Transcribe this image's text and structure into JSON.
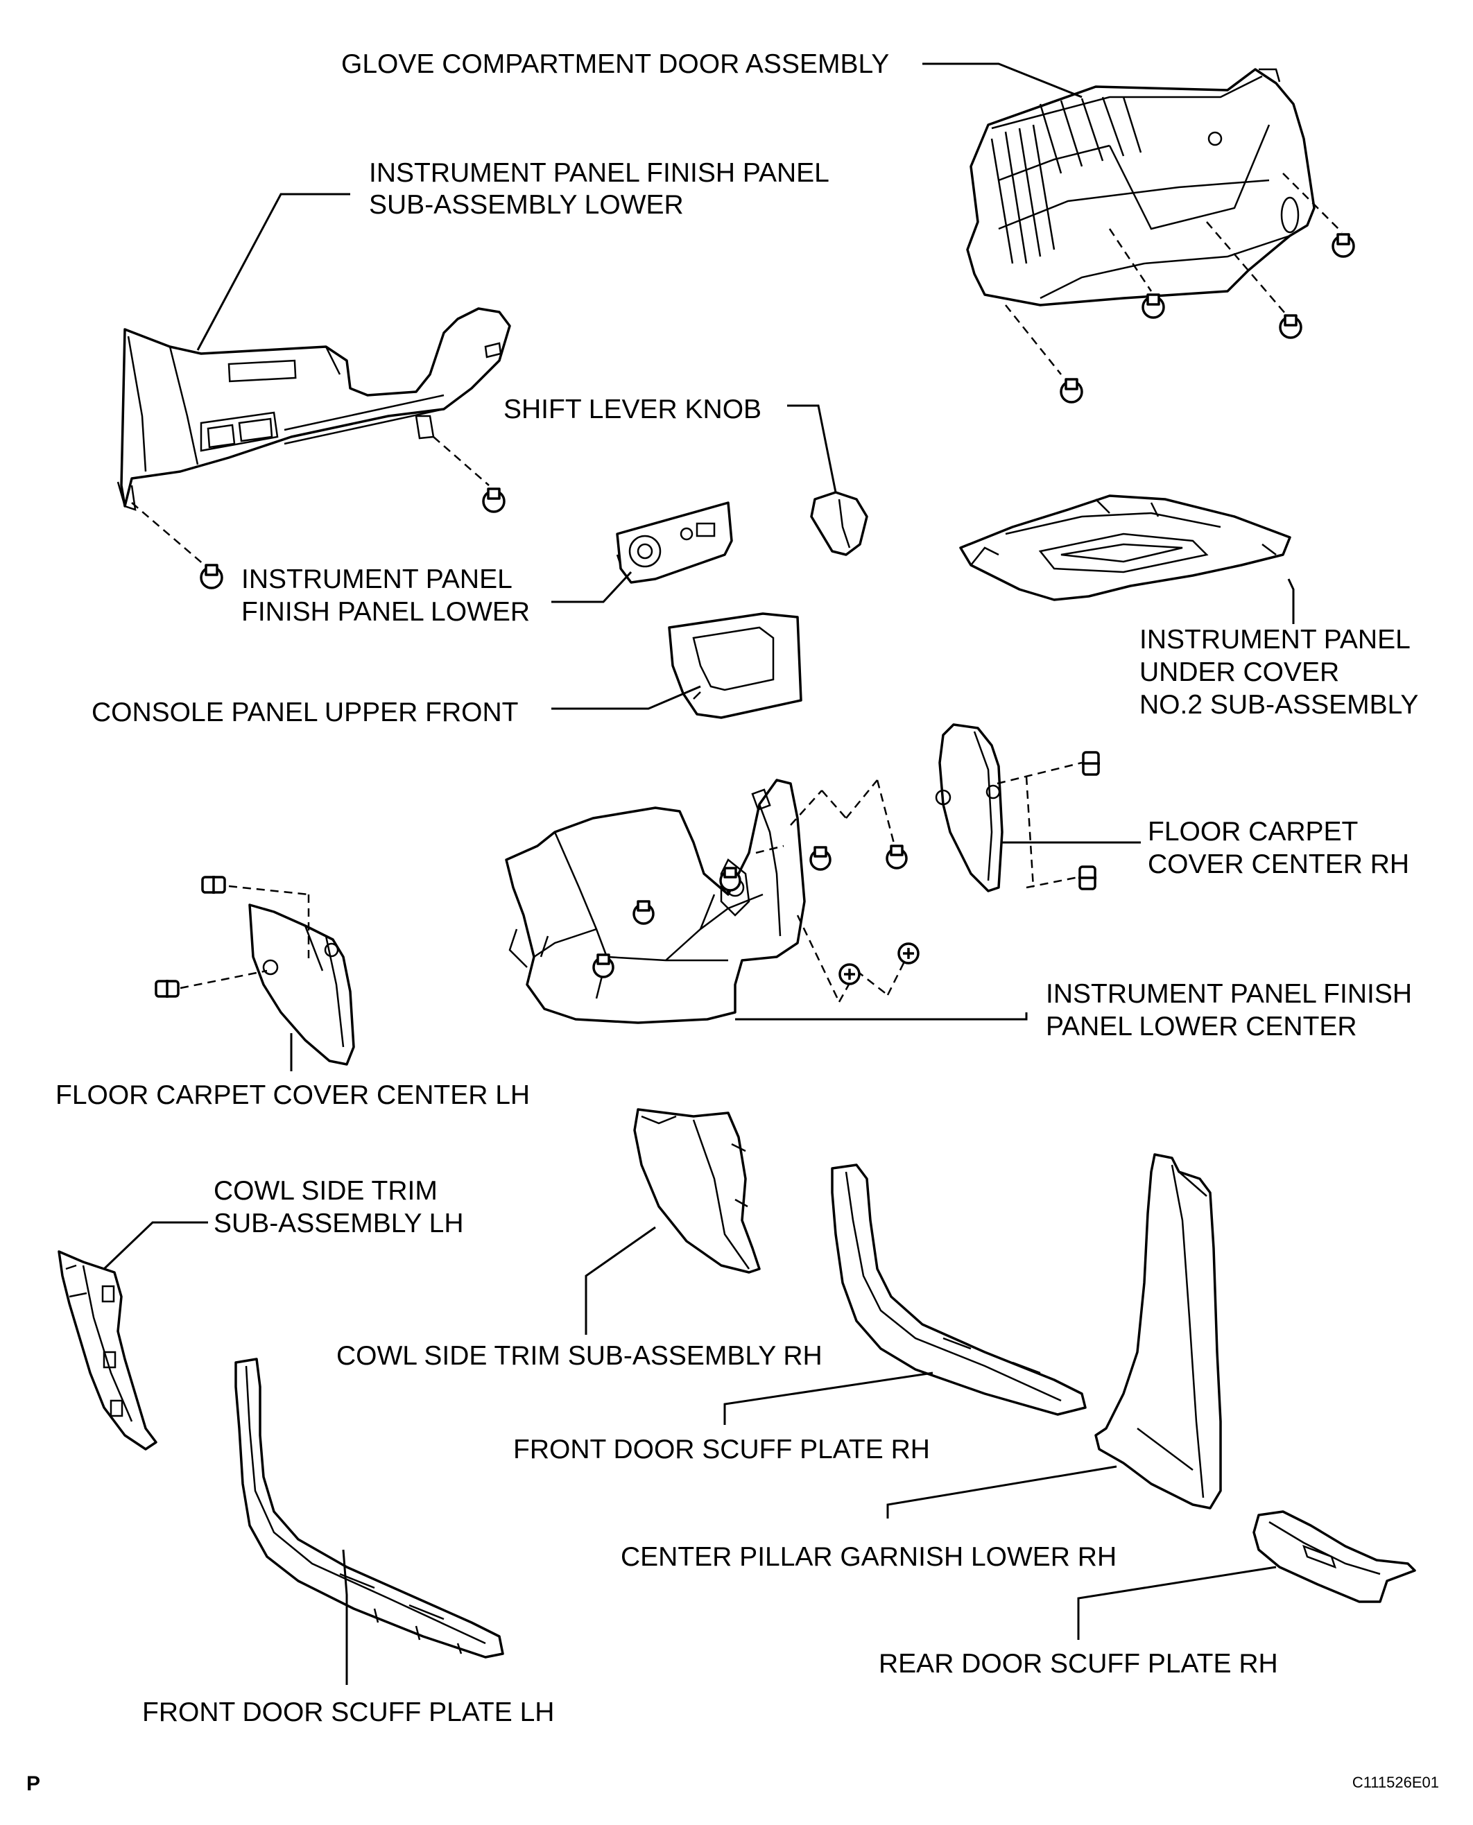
{
  "labels": {
    "glove_compartment_door_assembly": "GLOVE COMPARTMENT DOOR ASSEMBLY",
    "ip_finish_panel_sub_lower_1": "INSTRUMENT PANEL FINISH PANEL",
    "ip_finish_panel_sub_lower_2": "SUB-ASSEMBLY LOWER",
    "shift_lever_knob": "SHIFT LEVER KNOB",
    "ip_finish_panel_lower_1": "INSTRUMENT PANEL",
    "ip_finish_panel_lower_2": "FINISH PANEL LOWER",
    "ip_under_cover_1": "INSTRUMENT PANEL",
    "ip_under_cover_2": "UNDER COVER",
    "ip_under_cover_3": "NO.2 SUB-ASSEMBLY",
    "console_panel_upper_front": "CONSOLE PANEL UPPER FRONT",
    "floor_carpet_rh_1": "FLOOR CARPET",
    "floor_carpet_rh_2": "COVER CENTER RH",
    "ip_finish_panel_lower_center_1": "INSTRUMENT PANEL FINISH",
    "ip_finish_panel_lower_center_2": "PANEL LOWER CENTER",
    "floor_carpet_lh": "FLOOR CARPET COVER CENTER LH",
    "cowl_side_lh_1": "COWL SIDE TRIM",
    "cowl_side_lh_2": "SUB-ASSEMBLY LH",
    "cowl_side_rh": "COWL SIDE TRIM SUB-ASSEMBLY RH",
    "front_door_scuff_rh": "FRONT DOOR SCUFF PLATE RH",
    "center_pillar_garnish": "CENTER PILLAR GARNISH LOWER RH",
    "rear_door_scuff_rh": "REAR DOOR SCUFF PLATE RH",
    "front_door_scuff_lh": "FRONT DOOR SCUFF PLATE LH"
  },
  "corner_mark": "P",
  "figure_code": "C111526E01"
}
